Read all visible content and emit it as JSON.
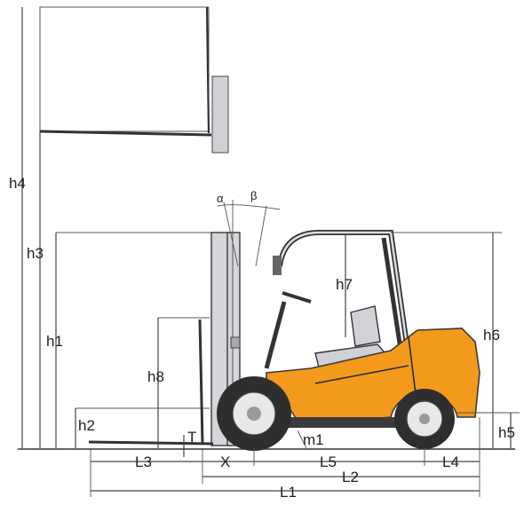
{
  "labels": {
    "h1": "h1",
    "h2": "h2",
    "h3": "h3",
    "h4": "h4",
    "h5": "h5",
    "h6": "h6",
    "h7": "h7",
    "h8": "h8",
    "T": "T",
    "L1": "L1",
    "L2": "L2",
    "L3": "L3",
    "L4": "L4",
    "L5": "L5",
    "X": "X",
    "m1": "m1",
    "alpha": "α",
    "beta": "β"
  },
  "colors": {
    "body": "#f39a1c",
    "mast": "#d4d6da",
    "tire": "#2e2e2e",
    "outline": "#3a3a3a"
  }
}
